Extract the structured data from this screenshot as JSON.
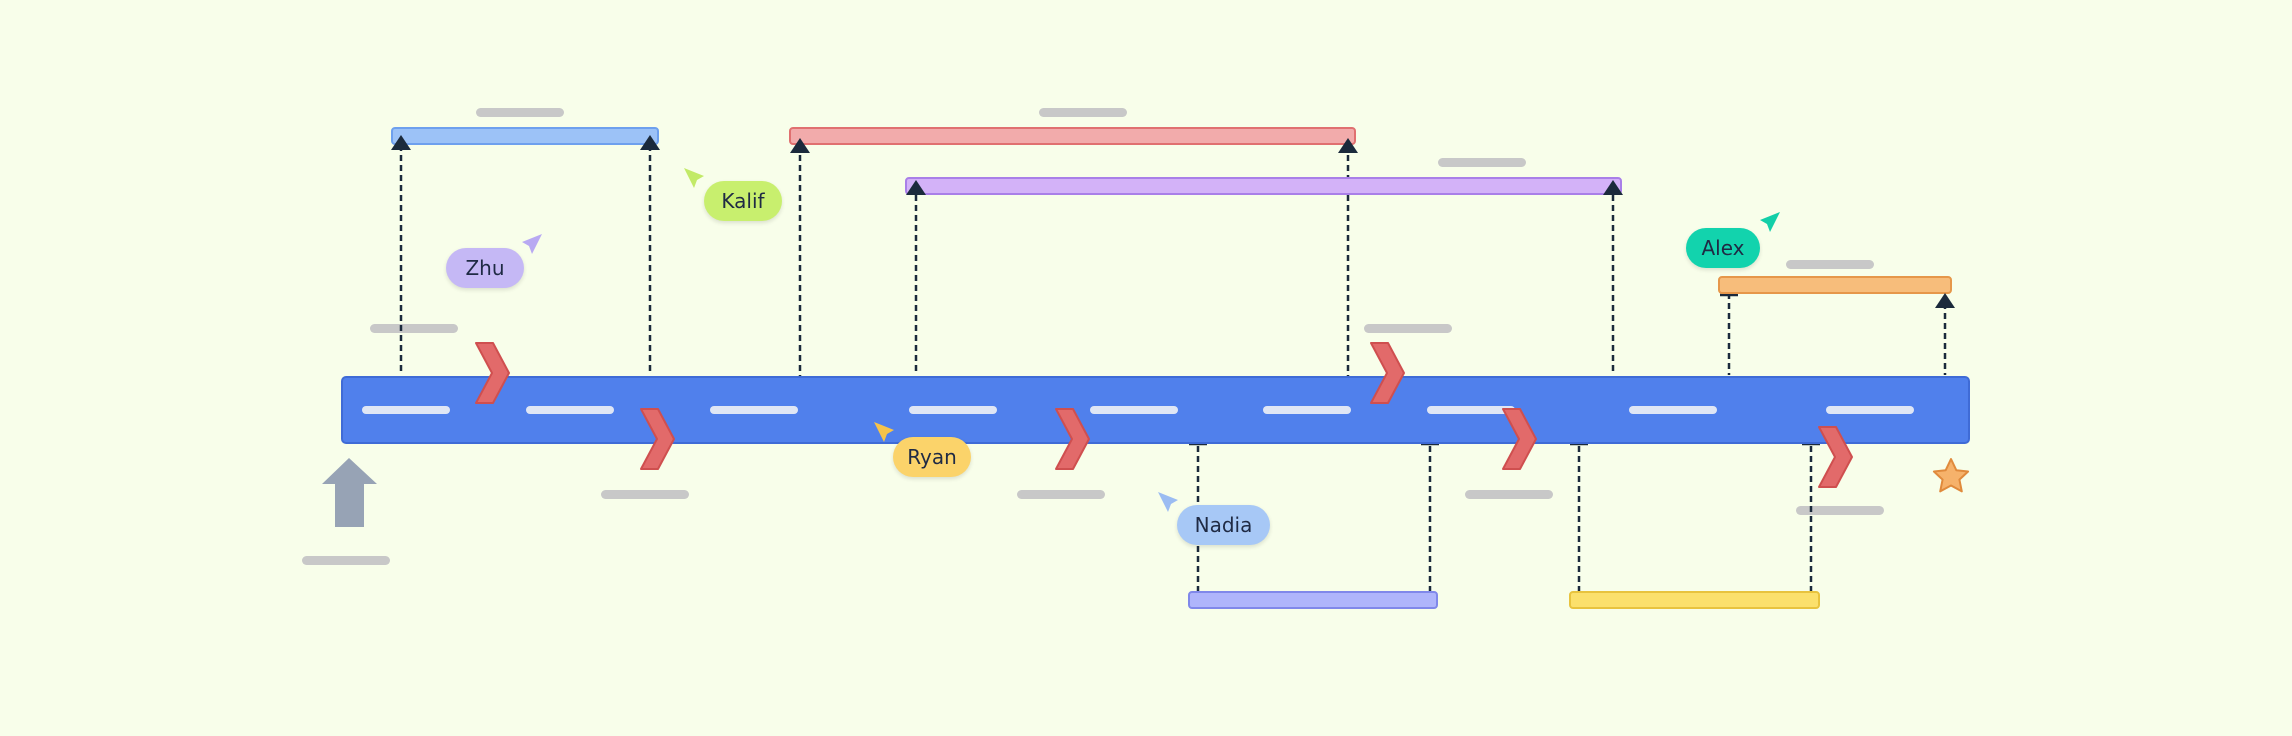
{
  "colors": {
    "background": "#f8feea",
    "road": "#5080ec",
    "road_border": "#3f6bd6",
    "road_dash": "#dfe6f5",
    "chevron": "#e26a6a",
    "placeholder_bar": "#c8c8c8",
    "connector": "#1b2a3c",
    "start_arrow": "#97a3b5",
    "star": "#f6b26b"
  },
  "icons": {
    "start": "up-arrow-icon",
    "finish": "star-icon",
    "milestone": "chevron-right-icon",
    "cursor": "cursor-pointer-icon"
  },
  "collaborators": [
    {
      "name": "Zhu",
      "color": "#c5b8f5",
      "cursor_color": "#b8a9f2"
    },
    {
      "name": "Kalif",
      "color": "#c8ef6e",
      "cursor_color": "#c2ea68"
    },
    {
      "name": "Ryan",
      "color": "#fbd36a",
      "cursor_color": "#f6c34a"
    },
    {
      "name": "Nadia",
      "color": "#a7c8f6",
      "cursor_color": "#9bbcf2"
    },
    {
      "name": "Alex",
      "color": "#12d3ad",
      "cursor_color": "#12cfa8"
    }
  ],
  "phases": [
    {
      "id": "blue",
      "color": "#9cc2f7",
      "border": "#6ea0ee"
    },
    {
      "id": "red",
      "color": "#f2abab",
      "border": "#e07070"
    },
    {
      "id": "purple",
      "color": "#d3b2f8",
      "border": "#a97fe8"
    },
    {
      "id": "orange",
      "color": "#f7bd7b",
      "border": "#e6974a"
    },
    {
      "id": "periwinkle",
      "color": "#afb5fb",
      "border": "#8088ea"
    },
    {
      "id": "yellow",
      "color": "#fbe06c",
      "border": "#e8c33e"
    }
  ]
}
